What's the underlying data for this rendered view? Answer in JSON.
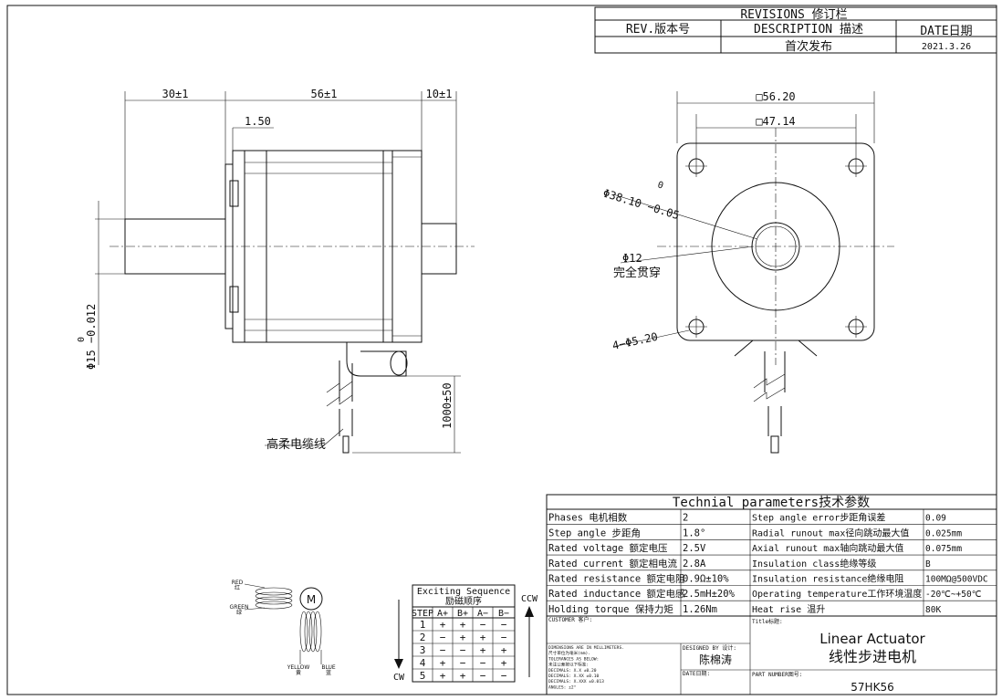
{
  "revisions": {
    "title": "REVISIONS 修订栏",
    "rev_label": "REV.版本号",
    "desc_label": "DESCRIPTION 描述",
    "date_label": "DATE日期",
    "rows": [
      {
        "desc": "首次发布",
        "date": "2021.3.26"
      }
    ]
  },
  "dims": {
    "d30": "30±1",
    "d56": "56±1",
    "d10": "10±1",
    "d150": "1.50",
    "d1000": "1000±50",
    "shaft_dia": "Φ15 −0.012",
    "shaft_tol_upper": "0",
    "sq56": "□56.20",
    "sq47": "□47.14",
    "boss": "Φ38.10 −0.05",
    "boss_tol_upper": "0",
    "bore": "Φ12",
    "bore_note": "完全贯穿",
    "holes": "4−Φ5.20",
    "cable": "高柔电缆线"
  },
  "params": {
    "title": "Technial parameters技术参数",
    "rows": [
      [
        "Phases 电机相数",
        "2",
        "Step angle error步距角误差",
        "0.09"
      ],
      [
        "Step angle 步距角",
        "1.8°",
        "Radial runout max径向跳动最大值",
        "0.025mm"
      ],
      [
        "Rated voltage 额定电压",
        "2.5V",
        "Axial runout max轴向跳动最大值",
        "0.075mm"
      ],
      [
        "Rated current 额定相电流",
        "2.8A",
        "Insulation class绝缘等级",
        "B"
      ],
      [
        "Rated resistance 额定电阻",
        "0.9Ω±10%",
        "Insulation resistance绝缘电阻",
        "100MΩ@500VDC"
      ],
      [
        "Rated inductance 额定电感",
        "2.5mH±20%",
        "Operating temperature工作环境温度",
        "-20℃~+50℃"
      ],
      [
        "Holding torque 保持力矩",
        "1.26Nm",
        "Heat rise 温升",
        "80K"
      ]
    ]
  },
  "titleblock": {
    "customer": "CUSTOMER 客户:",
    "title_label": "Title标题:",
    "title_en": "Linear Actuator",
    "title_cn": "线性步进电机",
    "designed": "DESIGNED BY 设计:",
    "designer": "陈棉涛",
    "date": "DATE日期:",
    "part": "PART NUMBER图号:",
    "part_no": "57HK56",
    "notes": [
      "DIMENSIONS ARE IN MILLIMETERS.",
      "尺寸单位为毫米(mm).",
      "TOLERANCES AS BELOW:",
      "未注公差按以下标准:",
      "DECIMALS: X.X   ±0.20",
      "DECIMALS: X.XX  ±0.10",
      "DECIMALS: X.XXX ±0.013",
      "ANGLES: ±2°"
    ]
  },
  "sequence": {
    "title1": "Exciting Sequence",
    "title2": "励磁顺序",
    "headers": [
      "STEP",
      "A+",
      "B+",
      "A−",
      "B−"
    ],
    "rows": [
      [
        "1",
        "+",
        "+",
        "−",
        "−"
      ],
      [
        "2",
        "−",
        "+",
        "+",
        "−"
      ],
      [
        "3",
        "−",
        "−",
        "+",
        "+"
      ],
      [
        "4",
        "+",
        "−",
        "−",
        "+"
      ],
      [
        "5",
        "+",
        "+",
        "−",
        "−"
      ]
    ],
    "cw": "CW",
    "ccw": "CCW"
  },
  "wiring": {
    "red": "RED",
    "red_cn": "红",
    "green": "GREEN",
    "green_cn": "绿",
    "yellow": "YELLOW",
    "yellow_cn": "黄",
    "blue": "BLUE",
    "blue_cn": "蓝",
    "motor": "M"
  }
}
